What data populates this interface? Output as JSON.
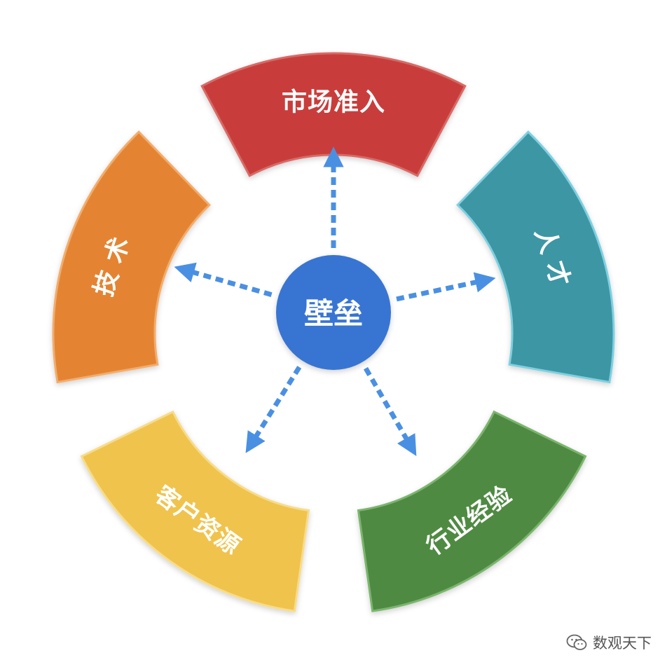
{
  "center": {
    "label": "壁垒",
    "color": "#3875d3"
  },
  "arrow_color": "#4a90e2",
  "segments": [
    {
      "id": "market-access",
      "label": "市场准入",
      "color": "#c83e3a",
      "stroke": "#d86a66"
    },
    {
      "id": "talent",
      "label": "人才",
      "color": "#3e96a4",
      "stroke": "#7fd0e0"
    },
    {
      "id": "industry-experience",
      "label": "行业经验",
      "color": "#4f8a43",
      "stroke": "#7cb56e"
    },
    {
      "id": "customer-resources",
      "label": "客户资源",
      "color": "#f0c34e",
      "stroke": "#f7dc8a"
    },
    {
      "id": "technology",
      "label": "技术",
      "color": "#e48430",
      "stroke": "#f2ad6d"
    }
  ],
  "watermark": {
    "text": "数观天下",
    "icon": "wechat-icon"
  }
}
